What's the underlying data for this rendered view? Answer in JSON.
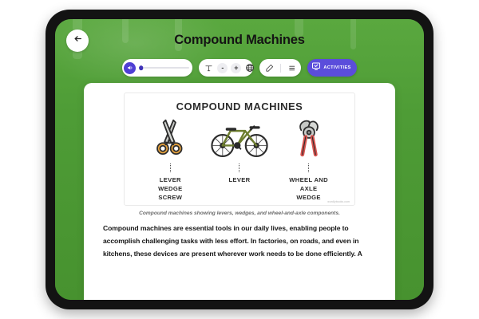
{
  "header": {
    "title": "Compound Machines",
    "back_icon": "arrow-left-icon"
  },
  "toolbar": {
    "audio": {
      "speaker_icon": "speaker-volume-icon",
      "volume_percent": 4
    },
    "text_controls": {
      "text_size_icon": "text-format-icon",
      "decrease_label": "-",
      "increase_label": "+",
      "translate_icon": "globe-icon"
    },
    "annotation": {
      "highlighter_icon": "highlighter-pen-icon",
      "list_icon": "list-lines-icon"
    },
    "activities": {
      "label": "ACTIVITIES",
      "icon": "monitor-check-icon",
      "color": "#5b4ddb"
    }
  },
  "content": {
    "figure": {
      "title": "COMPOUND MACHINES",
      "watermark": "wordlybooks.com",
      "machines": [
        {
          "name": "scissors",
          "labels": [
            "LEVER",
            "WEDGE",
            "SCREW"
          ]
        },
        {
          "name": "bicycle",
          "labels": [
            "LEVER"
          ]
        },
        {
          "name": "pliers",
          "labels": [
            "WHEEL AND",
            "AXLE",
            "WEDGE"
          ]
        }
      ]
    },
    "caption": "Compound machines showing levers, wedges, and wheel-and-axle components.",
    "paragraph": "Compound machines are essential tools in our daily lives, enabling people to accomplish challenging tasks with less effort. In factories, on roads, and even in kitchens, these devices are present wherever work needs to be done efficiently. A"
  },
  "colors": {
    "app_green": "#4e9c36",
    "accent_purple": "#5b4ddb",
    "bezel": "#131313"
  }
}
